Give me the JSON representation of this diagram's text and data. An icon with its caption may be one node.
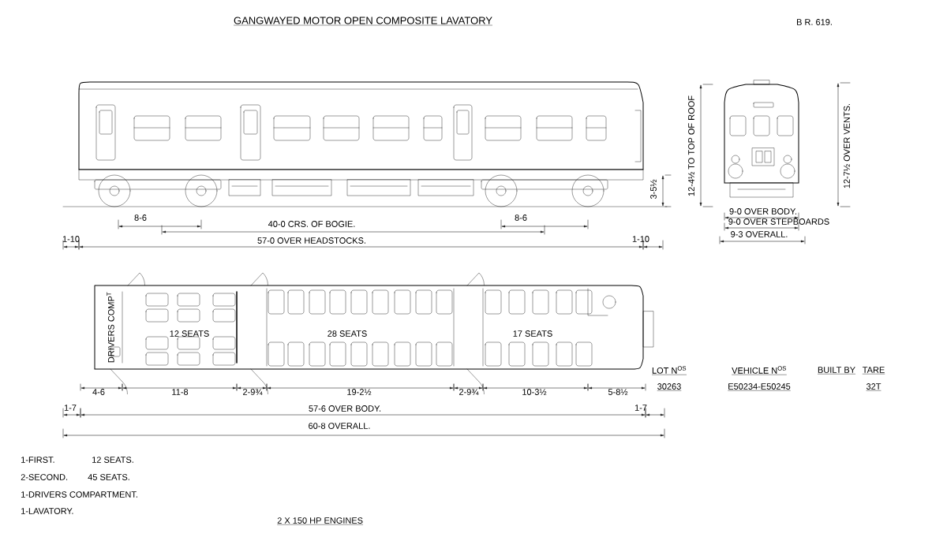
{
  "diagram": {
    "title": "GANGWAYED MOTOR OPEN COMPOSITE LAVATORY",
    "labels": [
      "B R. 619.",
      "12-4½ TO TOP OF ROOF",
      "12-7½ OVER VENTS.",
      "3-5½",
      "8-6",
      "8-6",
      "40-0 CRS. OF BOGIE.",
      "1-10",
      "57-0 OVER HEADSTOCKS.",
      "1-10",
      "9-0 OVER BODY.",
      "9-0 OVER STEPBOARDS",
      "9-3 OVERALL.",
      "DRIVERS COMP$^{T}$",
      "12 SEATS",
      "28 SEATS",
      "17 SEATS",
      "4-6",
      "11-8",
      "2-9¾",
      "19-2½",
      "2-9¾",
      "10-3½",
      "5-8½",
      "1-7",
      "57-6 OVER BODY.",
      "1-7",
      "60-8 OVERALL.",
      "LOT N$^{OS}$",
      "VEHICLE N$^{OS}$",
      "BUILT BY",
      "TARE",
      "30263",
      "E50234-E50245",
      "32T",
      "1-FIRST.",
      "12 SEATS.",
      "2-SECOND.",
      "45 SEATS.",
      "1-DRIVERS COMPARTMENT.",
      "1-LAVATORY.",
      "2 X 150 HP ENGINES"
    ]
  }
}
